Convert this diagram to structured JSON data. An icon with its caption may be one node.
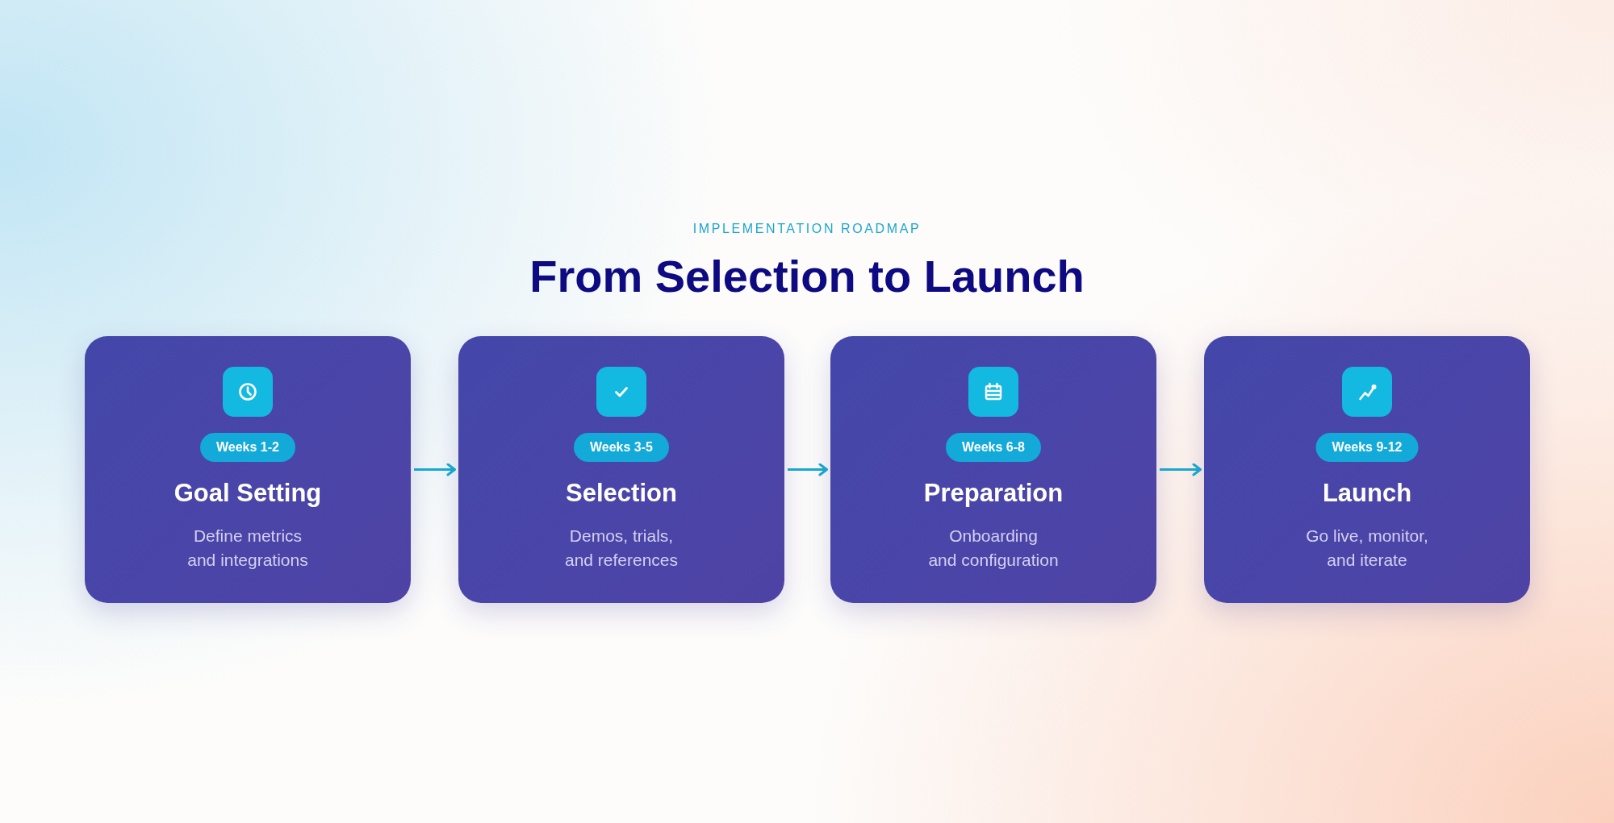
{
  "diagram": {
    "title": "From Selection to Launch",
    "nodes": [
      {
        "text": [
          "Goal Setting",
          "Define metrics and integrations"
        ]
      },
      {
        "text": [
          "Weeks 1-2"
        ],
        "in": 0
      },
      {
        "text": [
          "Selection",
          "Demos, trials, and references"
        ]
      },
      {
        "text": [
          "Weeks 3-5"
        ],
        "in": 2
      },
      {
        "text": [
          "Preparation",
          "Onboarding and configuration"
        ]
      },
      {
        "text": [
          "Weeks 6-8"
        ],
        "in": 4
      },
      {
        "text": [
          "Launch",
          "Go live, monitor, and iterate"
        ]
      },
      {
        "text": [
          "Weeks 9-12"
        ],
        "in": 6
      }
    ],
    "edges": [
      {
        "from": 0,
        "to": 2,
        "arrow": "to"
      },
      {
        "from": 2,
        "to": 4,
        "arrow": "to"
      },
      {
        "from": 4,
        "to": 6,
        "arrow": "to"
      }
    ],
    "labels": [
      "IMPLEMENTATION ROADMAP"
    ]
  }
}
